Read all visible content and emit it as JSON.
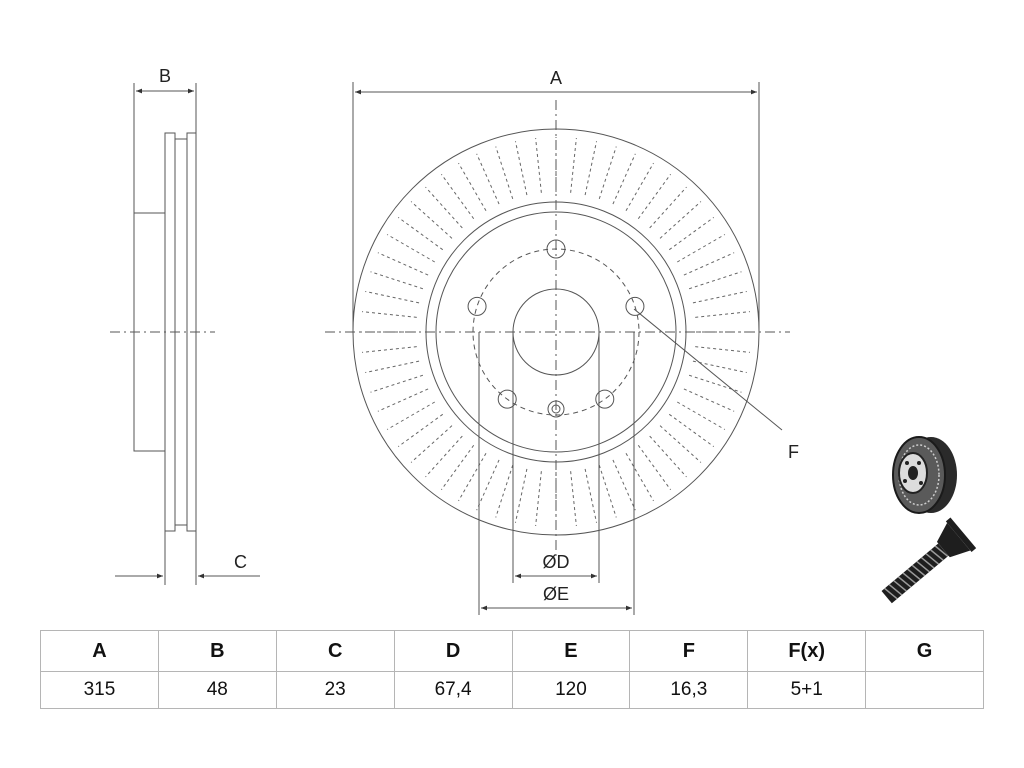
{
  "drawing": {
    "dimension_labels": {
      "a": "A",
      "b": "B",
      "c": "C",
      "d": "ØD",
      "e": "ØE",
      "f": "F"
    },
    "icons": [
      "brake-disc-3d-icon",
      "wheel-bolt-icon"
    ]
  },
  "spec_table": {
    "headers": [
      "A",
      "B",
      "C",
      "D",
      "E",
      "F",
      "F(x)",
      "G"
    ],
    "values": [
      "315",
      "48",
      "23",
      "67,4",
      "120",
      "16,3",
      "5+1",
      ""
    ]
  }
}
